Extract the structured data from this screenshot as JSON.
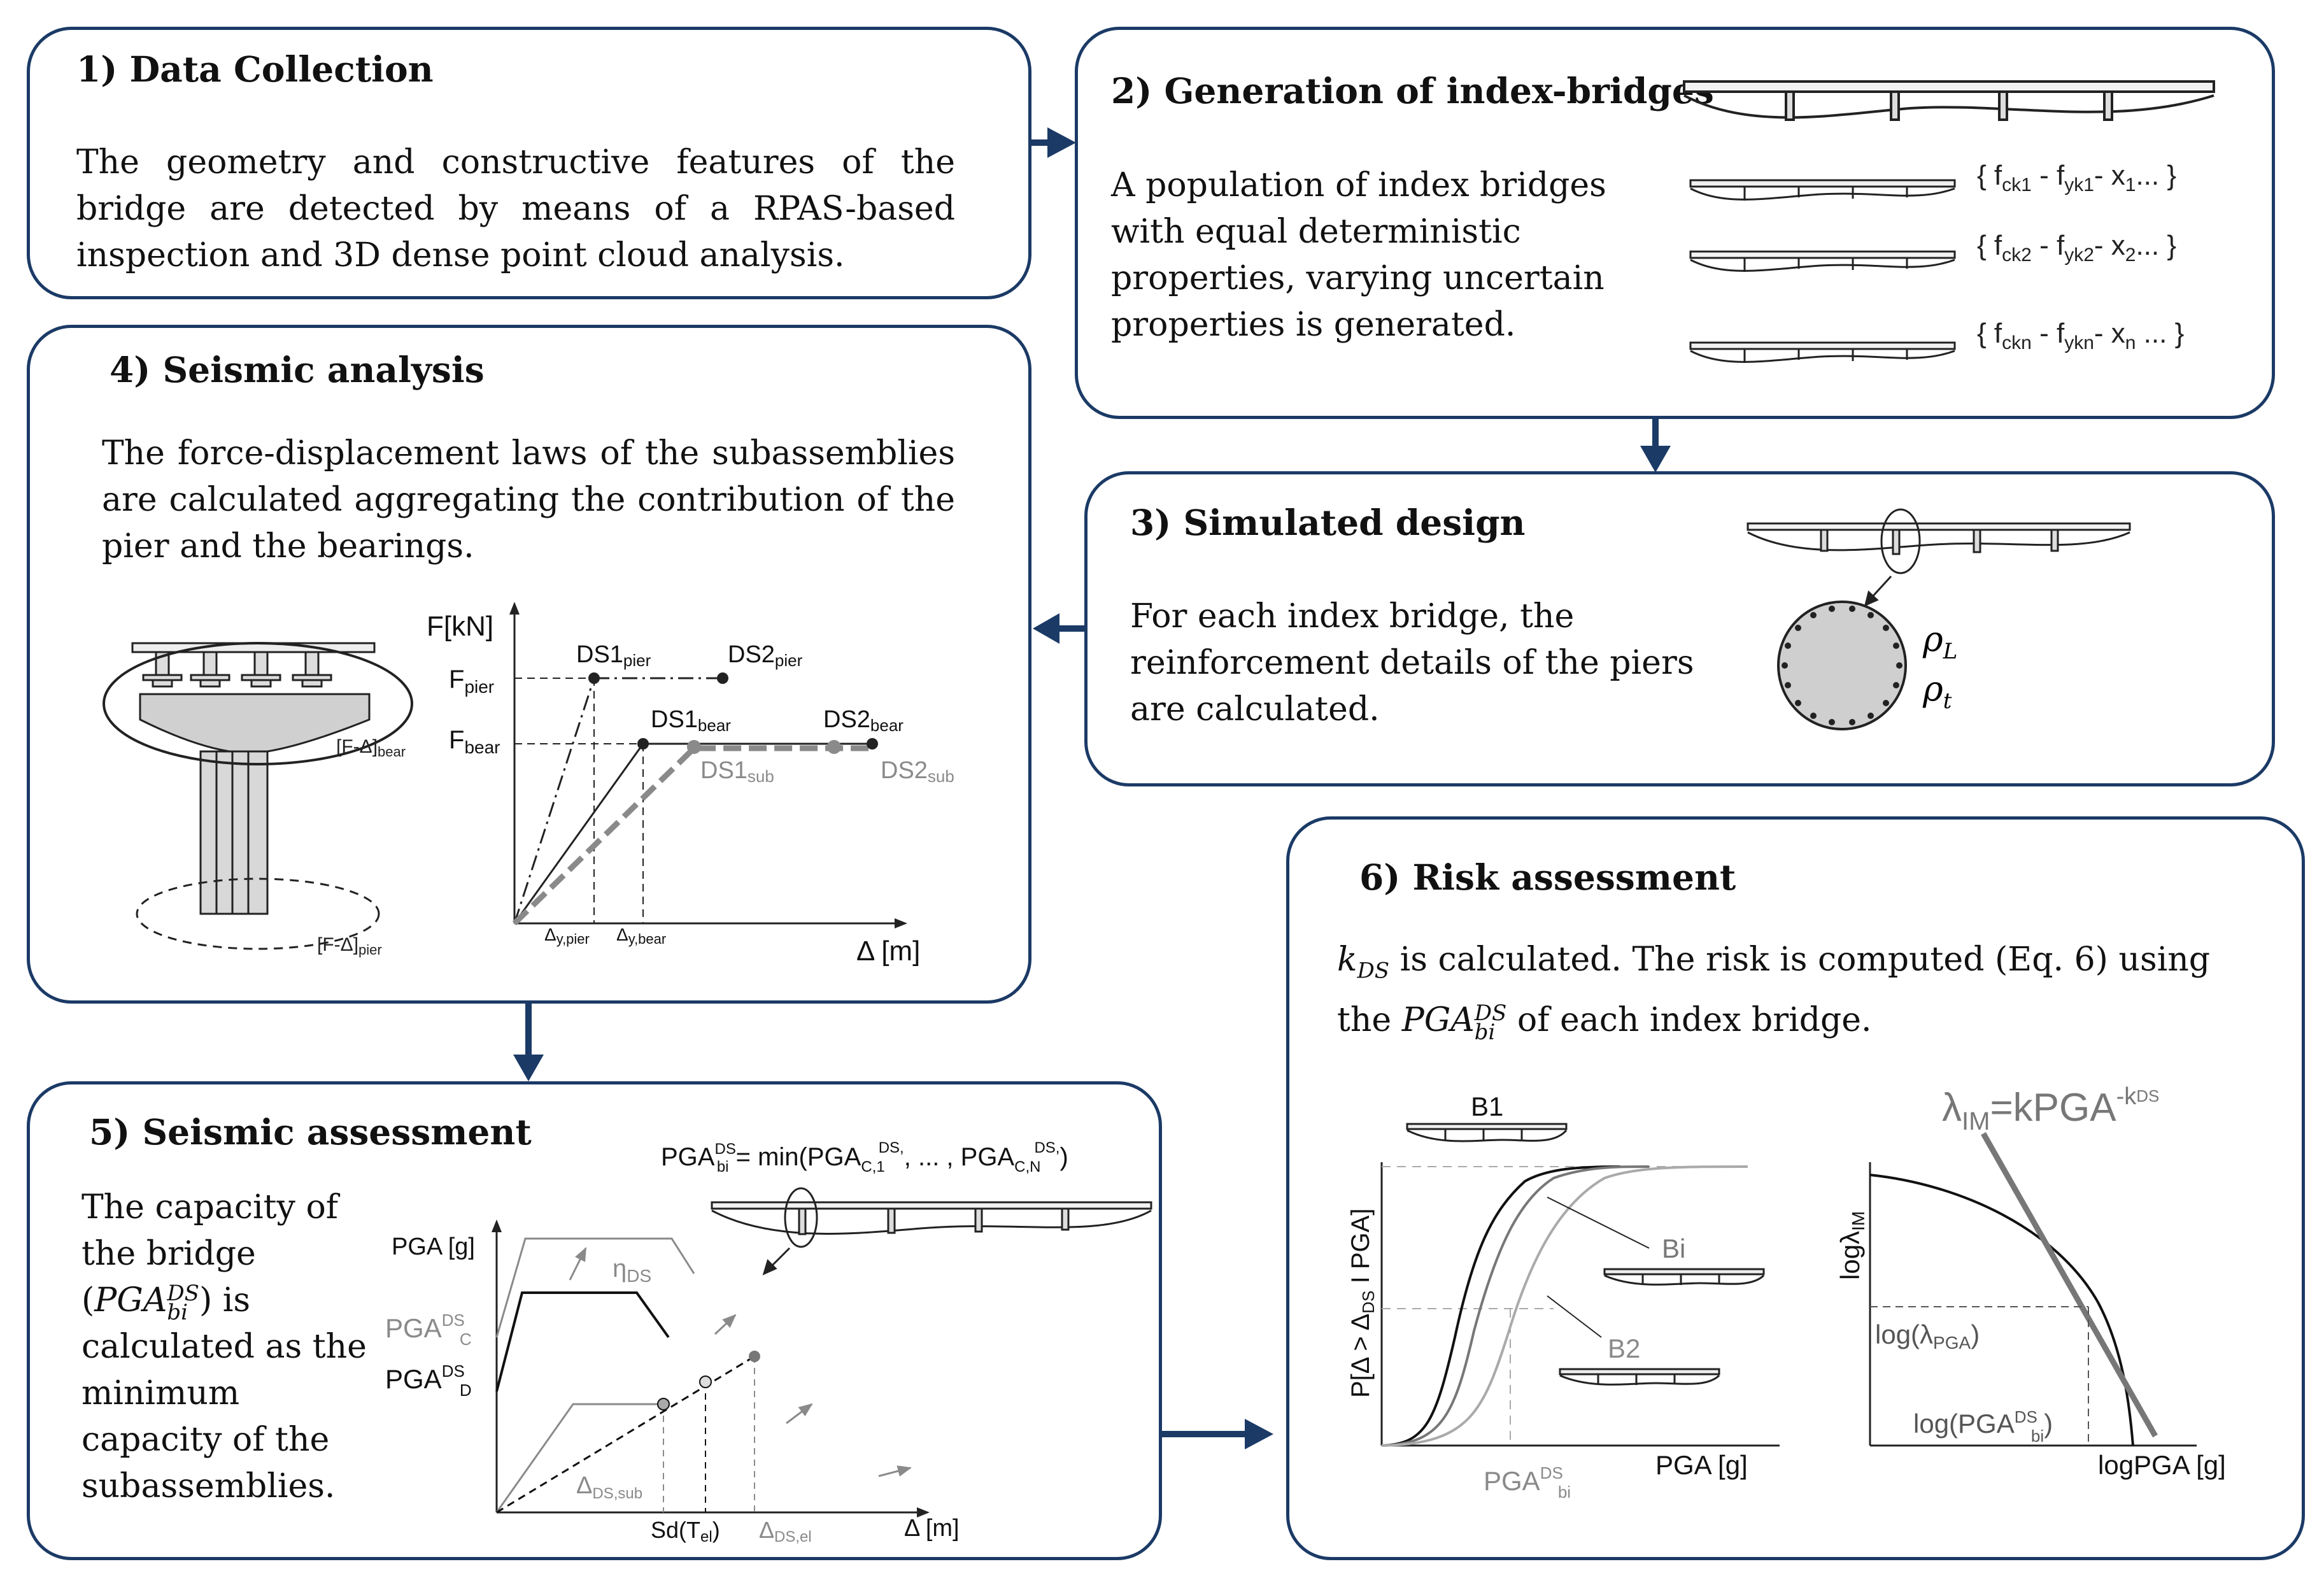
{
  "boxes": {
    "b1": {
      "title": "1) Data Collection",
      "text": "The geometry and constructive features of the bridge are detected by means of a RPAS-based inspection and 3D dense point cloud analysis."
    },
    "b2": {
      "title": "2) Generation of index-bridges",
      "text": "A population of index bridges with equal deterministic properties, varying uncertain properties is generated.",
      "sets": [
        {
          "fck": "f",
          "fck_sub": "ck1",
          "fyk": "f",
          "fyk_sub": "yk1",
          "x": "x",
          "x_sub": "1",
          "tail": "... }"
        },
        {
          "fck": "f",
          "fck_sub": "ck2",
          "fyk": "f",
          "fyk_sub": "yk2",
          "x": "x",
          "x_sub": "2",
          "tail": "... }"
        },
        {
          "fck": "f",
          "fck_sub": "ckn",
          "fyk": "f",
          "fyk_sub": "ykn",
          "x": "x",
          "x_sub": "n",
          "tail": " ... }"
        }
      ]
    },
    "b3": {
      "title": "3) Simulated design",
      "text": "For each index bridge, the reinforcement details of the piers are calculated.",
      "rho_l": "ρ",
      "rho_l_sub": "L",
      "rho_t": "ρ",
      "rho_t_sub": "t"
    },
    "b4": {
      "title": "4) Seismic analysis",
      "text": "The force-displacement laws of the subassemblies are calculated aggregating the contribution of the pier and the bearings.",
      "label_bear": "[F-Δ]",
      "label_bear_sub": "bear",
      "label_pier": "[F-Δ]",
      "label_pier_sub": "pier",
      "y_axis": "F[kN]",
      "x_axis": "Δ [m]",
      "f_pier": "F",
      "f_pier_sub": "pier",
      "f_bear": "F",
      "f_bear_sub": "bear",
      "ds1_pier": "DS1",
      "ds1_pier_sub": "pier",
      "ds2_pier": "DS2",
      "ds2_pier_sub": "pier",
      "ds1_bear": "DS1",
      "ds1_bear_sub": "bear",
      "ds2_bear": "DS2",
      "ds2_bear_sub": "bear",
      "ds1_sub": "DS1",
      "ds1_sub_sub": "sub",
      "ds2_sub": "DS2",
      "ds2_sub_sub": "sub",
      "dy_pier": "Δ",
      "dy_pier_sub": "y,pier",
      "dy_bear": "Δ",
      "dy_bear_sub": "y,bear"
    },
    "b5": {
      "title": "5) Seismic assessment",
      "text_lines": [
        "The capacity of",
        "the bridge"
      ],
      "pga_sym": "PGA",
      "pga_sup": "DS",
      "pga_sub": "bi",
      "text_is": ") is",
      "text_rest": [
        "calculated as the",
        "minimum",
        "capacity of the",
        "subassemblies."
      ],
      "formula": {
        "lhs": "PGA",
        "lhs_sup": "DS",
        "lhs_sub": "bi",
        "mid": " = min(PGA",
        "c1_sub": "C,1",
        "c1_sup": "DS,",
        "dots": ", ... , PGA",
        "cn_sub": "C,N",
        "cn_sup": "DS,",
        "close": ")"
      },
      "y_axis": "PGA [g]",
      "x_axis": "Δ [m]",
      "eta": "η",
      "eta_sub": "DS",
      "pga_c": "PGA",
      "pga_c_sup": "DS",
      "pga_c_sub": "C",
      "pga_d": "PGA",
      "pga_d_sup": "DS",
      "pga_d_sub": "D",
      "d_sub": "Δ",
      "d_sub_sub": "DS,sub",
      "sd": "Sd(T",
      "sd_sub": "el",
      "sd_close": ")",
      "d_el": "Δ",
      "d_el_sub": "DS,el"
    },
    "b6": {
      "title": "6) Risk assessment",
      "k_sym": "k",
      "k_sub": "DS",
      "line1_rest": " is calculated. The risk is computed (Eq. 6) using",
      "line2_pre": "the ",
      "line2_pga": "PGA",
      "line2_sup": "DS",
      "line2_sub": "bi",
      "line2_post": " of each index bridge.",
      "y_axis1": "P[Δ > Δ",
      "y_axis1_sub": "DS",
      "y_axis1_end": " I PGA]",
      "x_axis1": "PGA [g]",
      "b1": "B1",
      "bi": "Bi",
      "b2": "B2",
      "pga_bi": "PGA",
      "pga_bi_sup": "DS",
      "pga_bi_sub": "bi",
      "lam_eq": "λ",
      "lam_eq_sub": "IM",
      "lam_eq_mid": "=kPGA",
      "lam_eq_sup": "-k",
      "lam_eq_sup_sub": "DS",
      "y_axis2": "logλ",
      "y_axis2_sub": "IM",
      "log_lpga": "log(λ",
      "log_lpga_sub": "PGA",
      "log_lpga_close": ")",
      "log_pga": "log(PGA",
      "log_pga_sup": "DS",
      "log_pga_sub": "bi",
      "log_pga_close": ")",
      "x_axis2": "logPGA [g]"
    }
  },
  "colors": {
    "border": "#1b3a66",
    "arrow": "#1b3a66",
    "grey": "#8a8a8a",
    "light_grey": "#aaaaaa"
  }
}
